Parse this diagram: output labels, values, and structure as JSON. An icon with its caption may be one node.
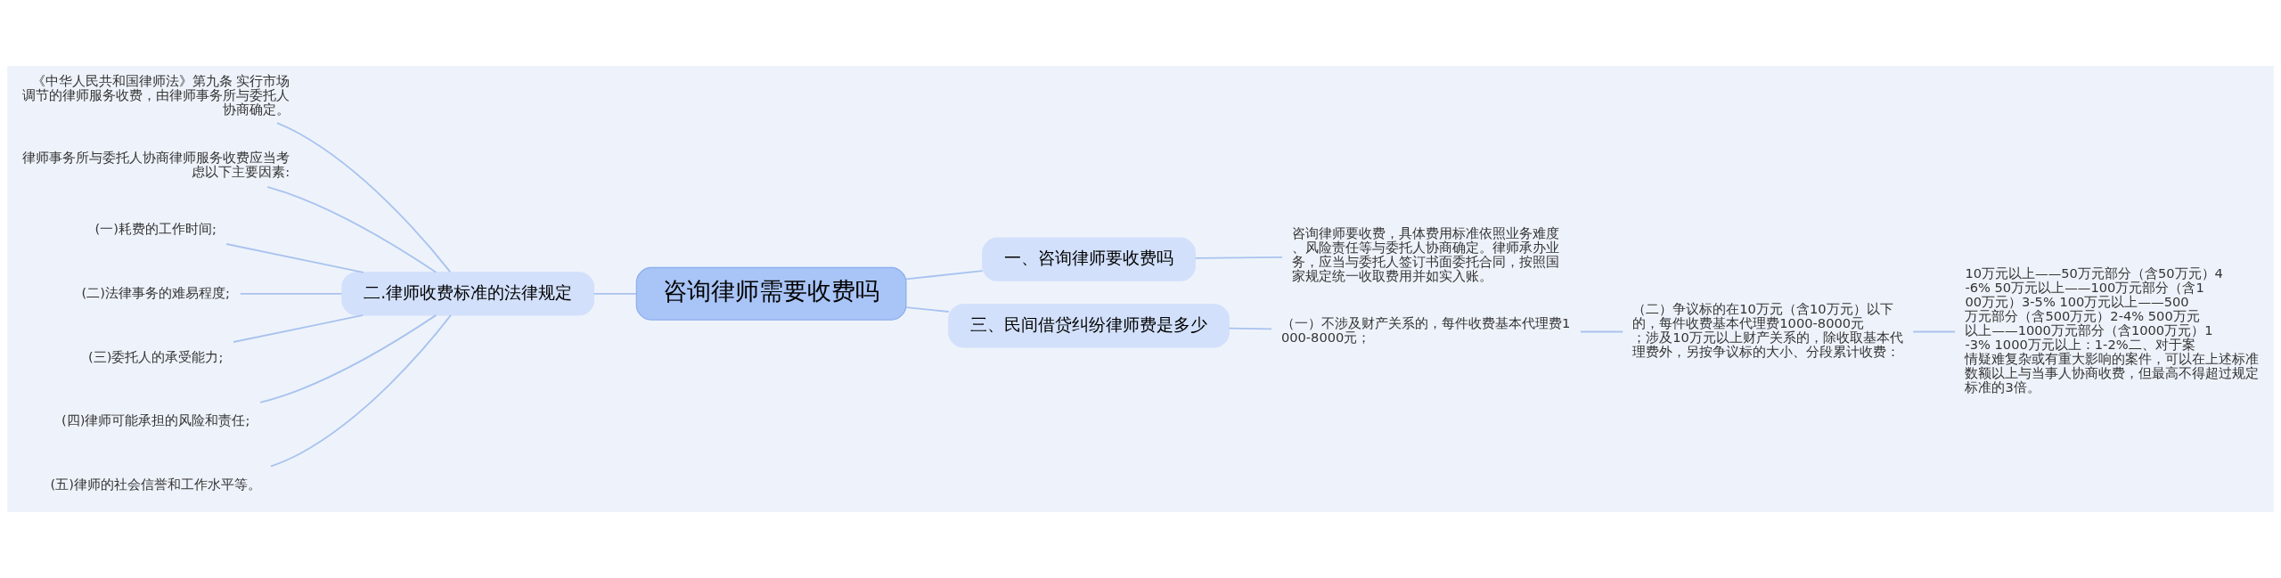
{
  "diagram": {
    "nodes": [
      {
        "text": [
          "咨询律师需要收费吗"
        ]
      },
      {
        "text": [
          "一、咨询律师要收费吗"
        ]
      },
      {
        "text": [
          "咨询律师要收费，具体费用标准依照业务难度、风险责任等与委托人协商确定。律师承办业务，应当与委托人签订书面委托合同，按照国家规定统一收取费用并如实入账。"
        ]
      },
      {
        "text": [
          "二.律师收费标准的法律规定"
        ]
      },
      {
        "text": [
          "《中华人民共和国律师法》第九条 实行市场调节的律师服务收费，由律师事务所与委托人协商确定。"
        ]
      },
      {
        "text": [
          "律师事务所与委托人协商律师服务收费应当考虑以下主要因素:"
        ]
      },
      {
        "text": [
          "(一)耗费的工作时间;"
        ]
      },
      {
        "text": [
          "(二)法律事务的难易程度;"
        ]
      },
      {
        "text": [
          "(三)委托人的承受能力;"
        ]
      },
      {
        "text": [
          "(四)律师可能承担的风险和责任;"
        ]
      },
      {
        "text": [
          "(五)律师的社会信誉和工作水平等。"
        ]
      },
      {
        "text": [
          "三、民间借贷纠纷律师费是多少"
        ]
      },
      {
        "text": [
          "（一）不涉及财产关系的，每件收费基本代理费1000-8000元；"
        ]
      },
      {
        "text": [
          "（二）争议标的在10万元（含10万元）以下的，每件收费基本代理费1000-8000元；涉及10万元以上财产关系的，除收取基本代理费外，另按争议标的大小、分段累计收费："
        ]
      },
      {
        "text": [
          "10万元以上——50万元部分（含50万元）4-6% 50万元以上——100万元部分（含100万元）3-5% 100万元以上——500万元部分（含500万元）2-4% 500万元以上——1000万元部分（含1000万元）1-3% 1000万元以上：1-2%二、对于案情疑难复杂或有重大影响的案件，可以在上述标准数额以上与当事人协商收费，但最高不得超过规定标准的3倍。"
        ]
      }
    ],
    "edges": [
      {
        "from": 0,
        "to": 1,
        "arrow": "none"
      },
      {
        "from": 1,
        "to": 2,
        "arrow": "none"
      },
      {
        "from": 0,
        "to": 3,
        "arrow": "none"
      },
      {
        "from": 3,
        "to": 4,
        "arrow": "none"
      },
      {
        "from": 3,
        "to": 5,
        "arrow": "none"
      },
      {
        "from": 3,
        "to": 6,
        "arrow": "none"
      },
      {
        "from": 3,
        "to": 7,
        "arrow": "none"
      },
      {
        "from": 3,
        "to": 8,
        "arrow": "none"
      },
      {
        "from": 3,
        "to": 9,
        "arrow": "none"
      },
      {
        "from": 3,
        "to": 10,
        "arrow": "none"
      },
      {
        "from": 0,
        "to": 11,
        "arrow": "none"
      },
      {
        "from": 11,
        "to": 12,
        "arrow": "none"
      },
      {
        "from": 12,
        "to": 13,
        "arrow": "none"
      },
      {
        "from": 13,
        "to": 14,
        "arrow": "none"
      }
    ]
  }
}
